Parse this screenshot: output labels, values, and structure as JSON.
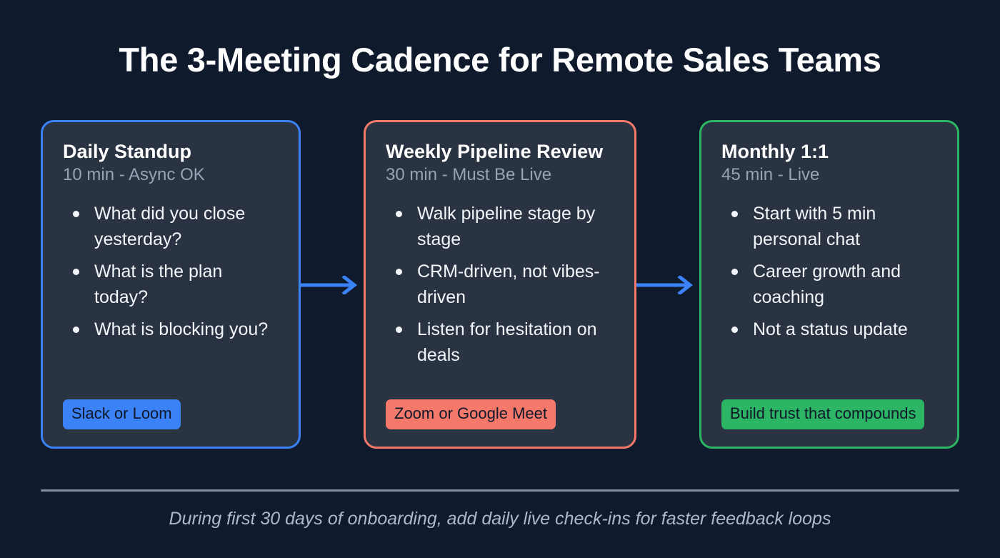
{
  "page": {
    "title": "The 3-Meeting Cadence for Remote Sales Teams",
    "background_color": "#101a2d",
    "card_background_color": "#2a3342"
  },
  "cards": [
    {
      "title": "Daily Standup",
      "subtitle": "10 min - Async OK",
      "accent_color": "#3b82f6",
      "bullets": [
        "What did you close yesterday?",
        "What is the plan today?",
        "What is blocking you?"
      ],
      "badge": "Slack or Loom"
    },
    {
      "title": "Weekly Pipeline Review",
      "subtitle": "30 min - Must Be Live",
      "accent_color": "#f4796b",
      "bullets": [
        "Walk pipeline stage by stage",
        "CRM-driven, not vibes-driven",
        "Listen for hesitation on deals"
      ],
      "badge": "Zoom or Google Meet"
    },
    {
      "title": "Monthly 1:1",
      "subtitle": "45 min - Live",
      "accent_color": "#2bb565",
      "bullets": [
        "Start with 5 min personal chat",
        "Career growth and coaching",
        "Not a status update"
      ],
      "badge": "Build trust that compounds"
    }
  ],
  "connectors": [
    {
      "name": "arrow-card1-to-card2",
      "color": "#3b82f6"
    },
    {
      "name": "arrow-card2-to-card3",
      "color": "#3b82f6"
    }
  ],
  "footer": {
    "note": "During first 30 days of onboarding, add daily live check-ins for faster feedback loops",
    "divider_color": "#828d9e"
  }
}
